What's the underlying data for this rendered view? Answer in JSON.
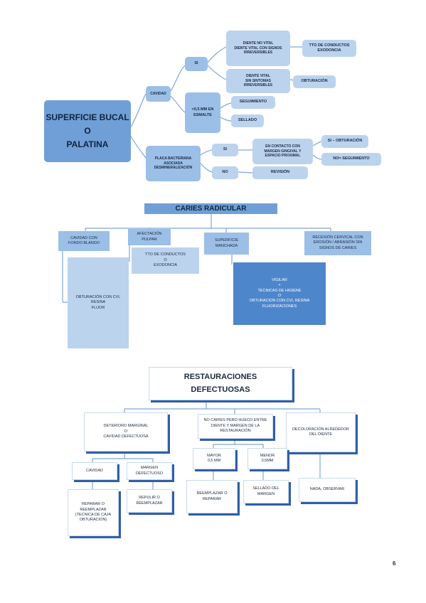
{
  "section1": {
    "main": "SUPERFICIE BUCAL\nO\nPALATINA",
    "cavidad": "CAVIDAD",
    "si": "SI",
    "diente_no_vital": "DIENTE NO VITAL\nDIENTE VITAL CON SIGNOS\nIRREVERSIBLES",
    "ttd": "TTO DE CONDUCTOS\nEXODONCIA",
    "diente_vital": "DIENTE VITAL\nSIN SINTOMAS\nIRREVERSIBLES",
    "obturacion": "OBTURACIÓN",
    "menor": "<0,5 MM EN\nESMALTE",
    "seguimiento": "SEGUIMIENTO",
    "sellado": "SELLADO",
    "placa": "PLACA BACTERIANA\nASOCIADA\nDESMINERALIZACIÓN",
    "si2": "SI",
    "no": "NO",
    "contacto": "EN CONTACTO CON\nMARGEN GINGIVAL Y\nESPACIO PROXIMAL",
    "si_obt": "SI – OBTURACIÓN",
    "no_seg": "NO= SEGUIMIENTO",
    "revision": "REVISIÓN"
  },
  "section2": {
    "title": "CARIES RADICULAR",
    "cavidad_fondo": "CAVIDAD CON\nFONDO BLANDO",
    "afectacion": "AFECTACIÓN\nPULPAR",
    "superficie": "SUPERFICIE\nMANCHADA",
    "recesion": "RECESIÓN CERVICAL CON\nEROSIÓN / ABRASIÓN SIN\nSIGNOS DE CARIES",
    "ttd": "TTO DE CONDUCTOS\nO\nEXODONCIA",
    "obturacion": "OBTURACIÓN CON CVI,\nRESINA\nFLUOR",
    "vigilar": "VIGILAR\n+\nTECNICAS DE HIGIENE\nO\nOBTURACION CON CVI, RESINA\nFLUORIZACIONES"
  },
  "section3": {
    "title": "RESTAURACIONES\nDEFECTUOSAS",
    "deterioro": "DETERIORO MARGINAL\nO\nCAVIDAD DEFECTUOSA",
    "no_caries": "NO CARIES PERO HUECO ENTRE\nDIENTE Y MARGEN DE LA\nRESTAURACIÓN",
    "decoloracion": "DECOLORACIÓN ALREDEDOR\nDEL DIENTE",
    "cavidad": "CAVIDAD",
    "margen": "MARGEN\nDEFECTUOSO",
    "mayor": "MAYOR\n0,5 MM",
    "menor": "MENOR\n0,5MM",
    "reparar": "REPARAR O\nREEMPLAZAR\n(TECNICA DE CAJA\nOBTURACIÓN)",
    "repulir": "REPULIR O\nREEMPLAZAR",
    "reemplazar": "REEMPLAZAR O\nREPARAR",
    "sellado": "SELLADO DEL\nMARGEN",
    "nada": "NADA, OBSERVAR"
  },
  "page_number": "6"
}
